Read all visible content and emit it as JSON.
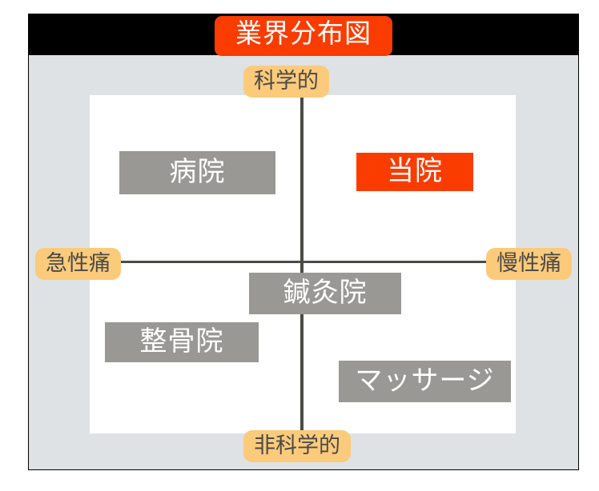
{
  "title": "業界分布図",
  "axes": {
    "top_label": "科学的",
    "bottom_label": "非科学的",
    "left_label": "急性痛",
    "right_label": "慢性痛"
  },
  "items": [
    {
      "label": "病院",
      "emphasis": "normal"
    },
    {
      "label": "当院",
      "emphasis": "highlight"
    },
    {
      "label": "鍼灸院",
      "emphasis": "normal"
    },
    {
      "label": "整骨院",
      "emphasis": "normal"
    },
    {
      "label": "マッサージ",
      "emphasis": "normal"
    }
  ],
  "colors": {
    "title_badge": "#fa3c00",
    "title_bar": "#000000",
    "panel_background": "#dfe2e4",
    "plot_background": "#ffffff",
    "item_gray": "#999894",
    "item_highlight": "#fa3c00",
    "axis_label_background": "#fbca7b",
    "axis_line": "#4a4a47"
  },
  "chart_data": {
    "type": "scatter",
    "title": "業界分布図",
    "xlabel": "",
    "ylabel": "",
    "x_axis": {
      "left": "急性痛",
      "right": "慢性痛"
    },
    "y_axis": {
      "top": "科学的",
      "bottom": "非科学的"
    },
    "grid": false,
    "legend": "none",
    "points": [
      {
        "label": "病院",
        "x": -0.52,
        "y": 0.58,
        "quadrant": "upper-left",
        "highlight": false
      },
      {
        "label": "当院",
        "x": 0.47,
        "y": 0.58,
        "quadrant": "upper-right",
        "highlight": true
      },
      {
        "label": "鍼灸院",
        "x": -0.01,
        "y": -0.16,
        "quadrant": "center",
        "highlight": false
      },
      {
        "label": "整骨院",
        "x": -0.58,
        "y": -0.45,
        "quadrant": "lower-left",
        "highlight": false
      },
      {
        "label": "マッサージ",
        "x": 0.45,
        "y": -0.7,
        "quadrant": "lower-right",
        "highlight": false
      }
    ]
  }
}
